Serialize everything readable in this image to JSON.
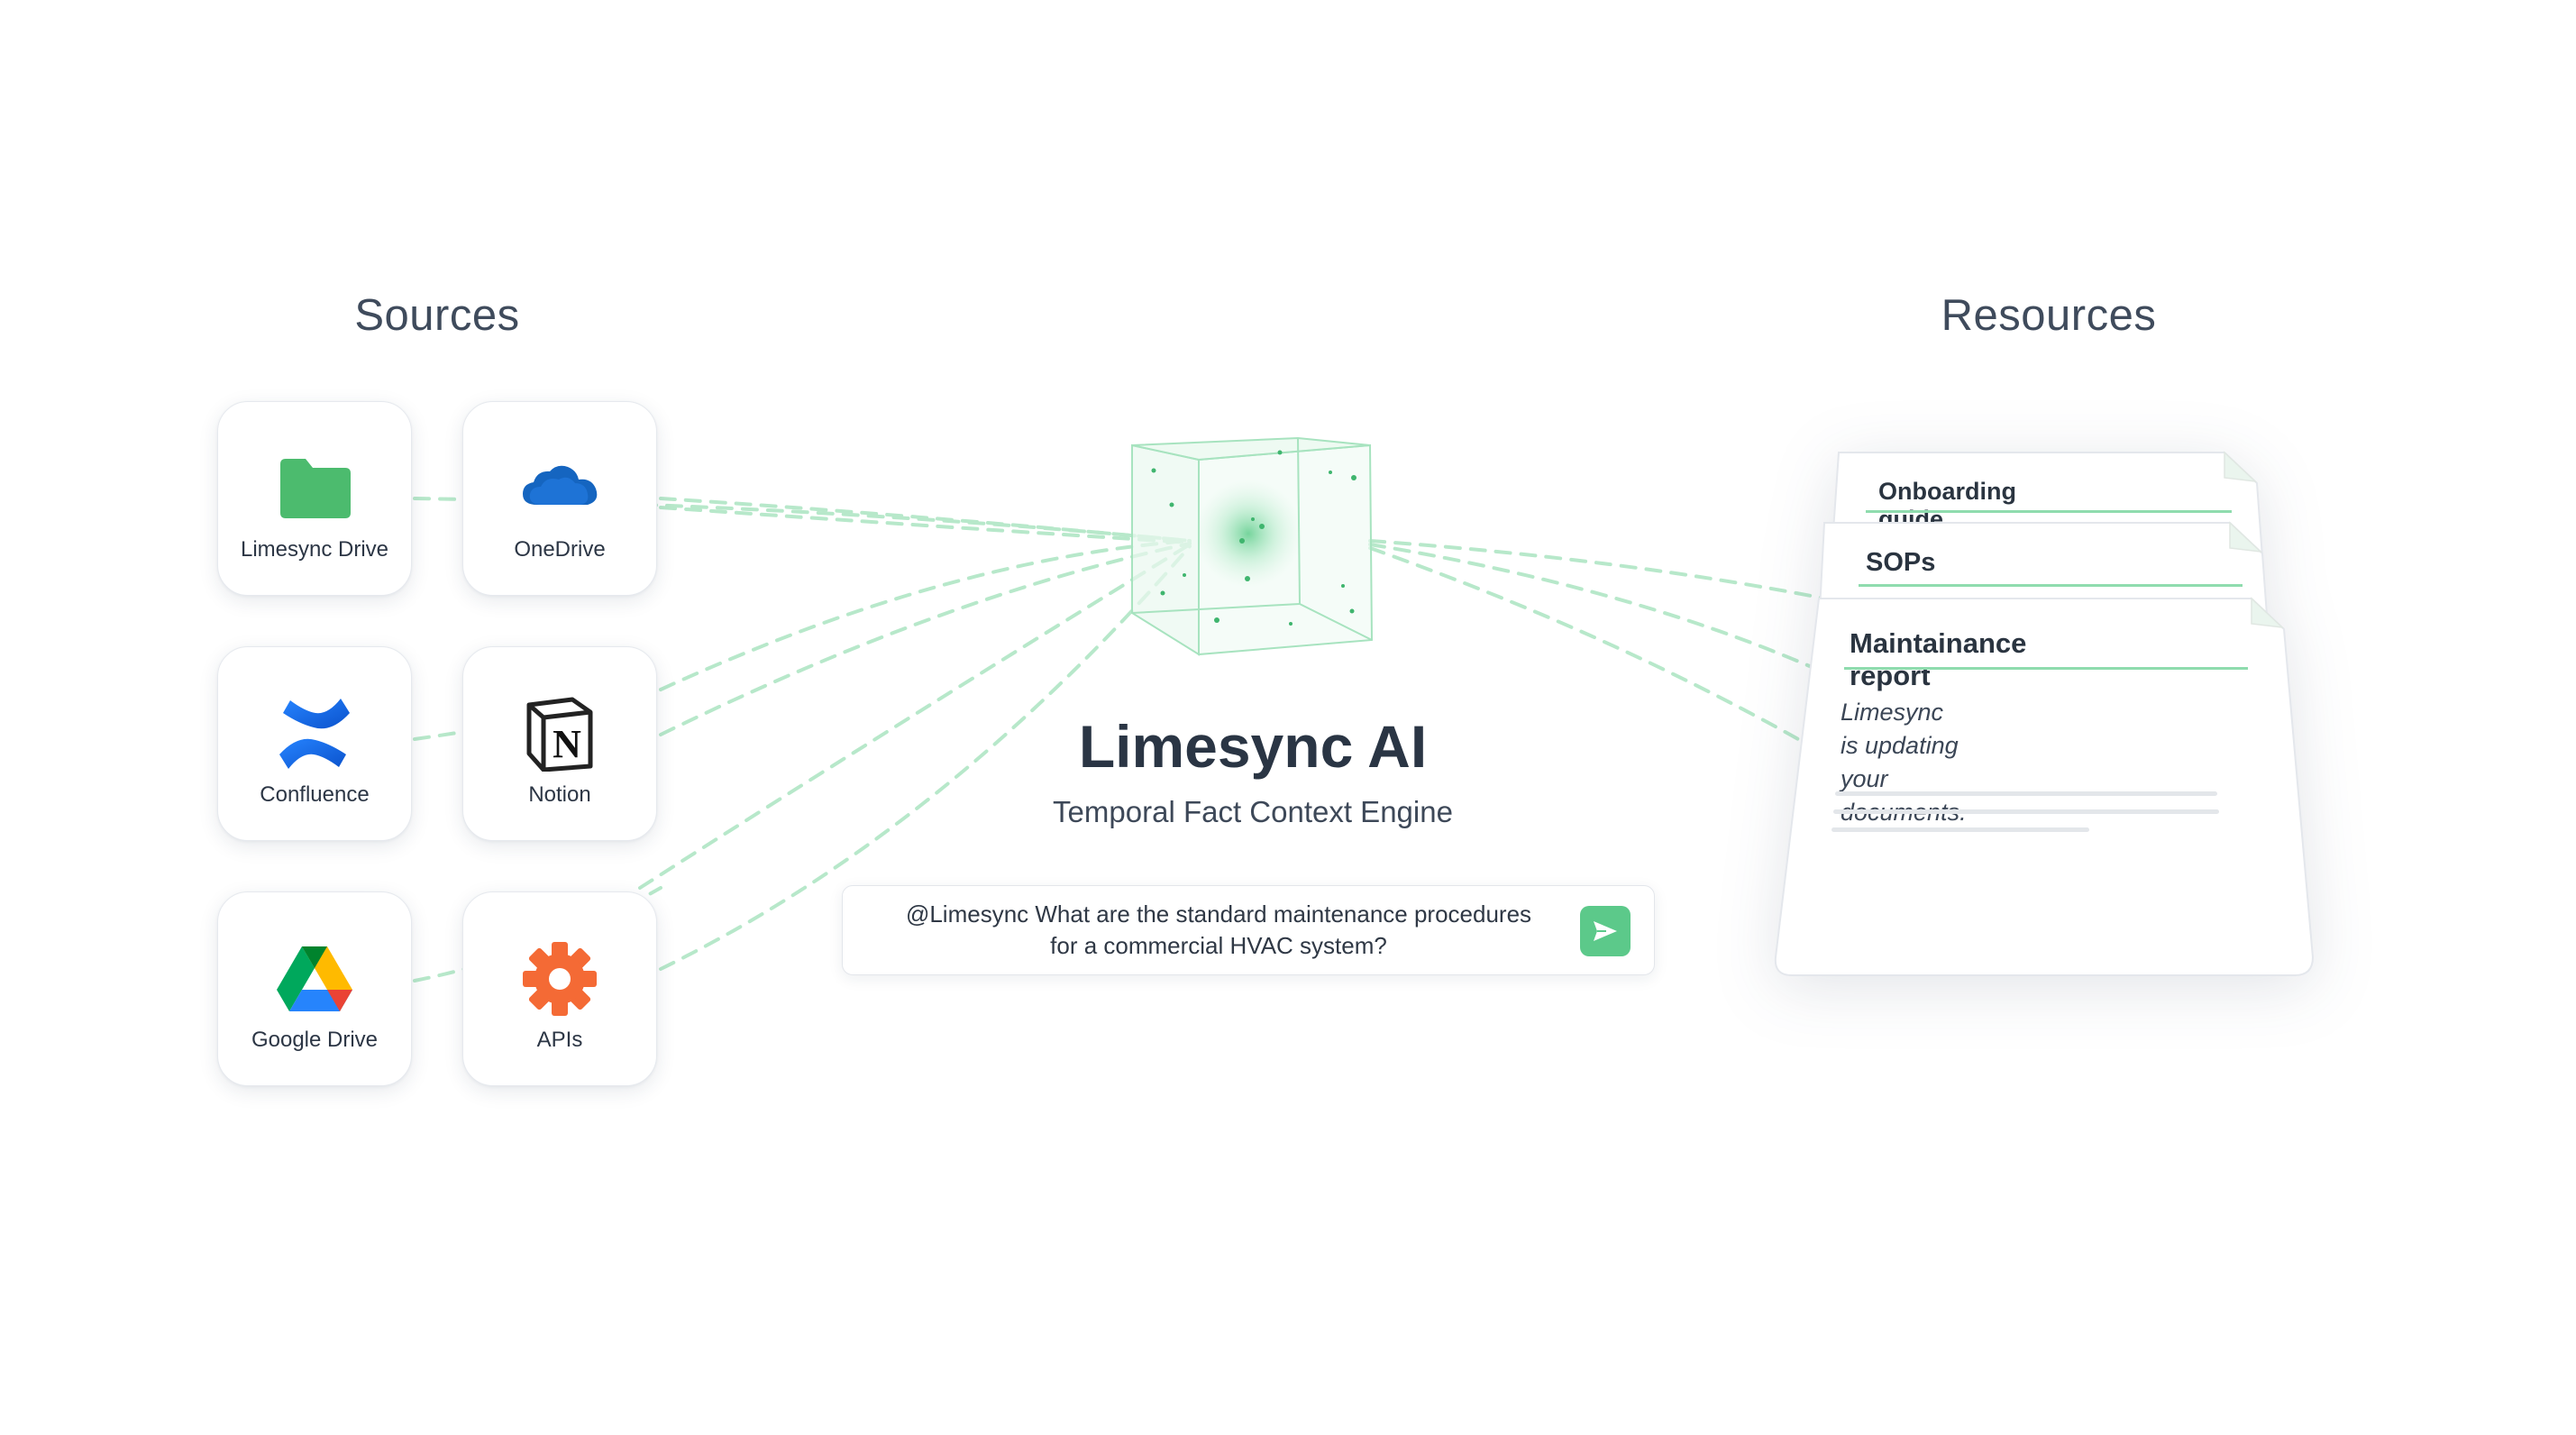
{
  "sources": {
    "title": "Sources",
    "items": [
      {
        "label": "Limesync Drive",
        "icon": "folder-icon"
      },
      {
        "label": "OneDrive",
        "icon": "onedrive-icon"
      },
      {
        "label": "Confluence",
        "icon": "confluence-icon"
      },
      {
        "label": "Notion",
        "icon": "notion-icon"
      },
      {
        "label": "Google Drive",
        "icon": "google-drive-icon"
      },
      {
        "label": "APIs",
        "icon": "gear-icon"
      }
    ]
  },
  "engine": {
    "name": "Limesync AI",
    "subtitle": "Temporal Fact Context Engine",
    "query_line1": "@Limesync What are the standard maintenance procedures",
    "query_line2": "for a commercial HVAC system?"
  },
  "resources": {
    "title": "Resources",
    "docs": [
      {
        "title": "Onboarding guide"
      },
      {
        "title": "SOPs"
      },
      {
        "title": "Maintainance report",
        "body_line1": "Limesync is updating your",
        "body_line2": "documents."
      }
    ]
  },
  "colors": {
    "accent_green": "#5cc98a",
    "link_dash": "#b5e8c8",
    "folder_green": "#4cbb6e",
    "onedrive_blue": "#1565c0",
    "confluence_blue": "#1f6fe5",
    "apis_orange": "#f46a35"
  }
}
